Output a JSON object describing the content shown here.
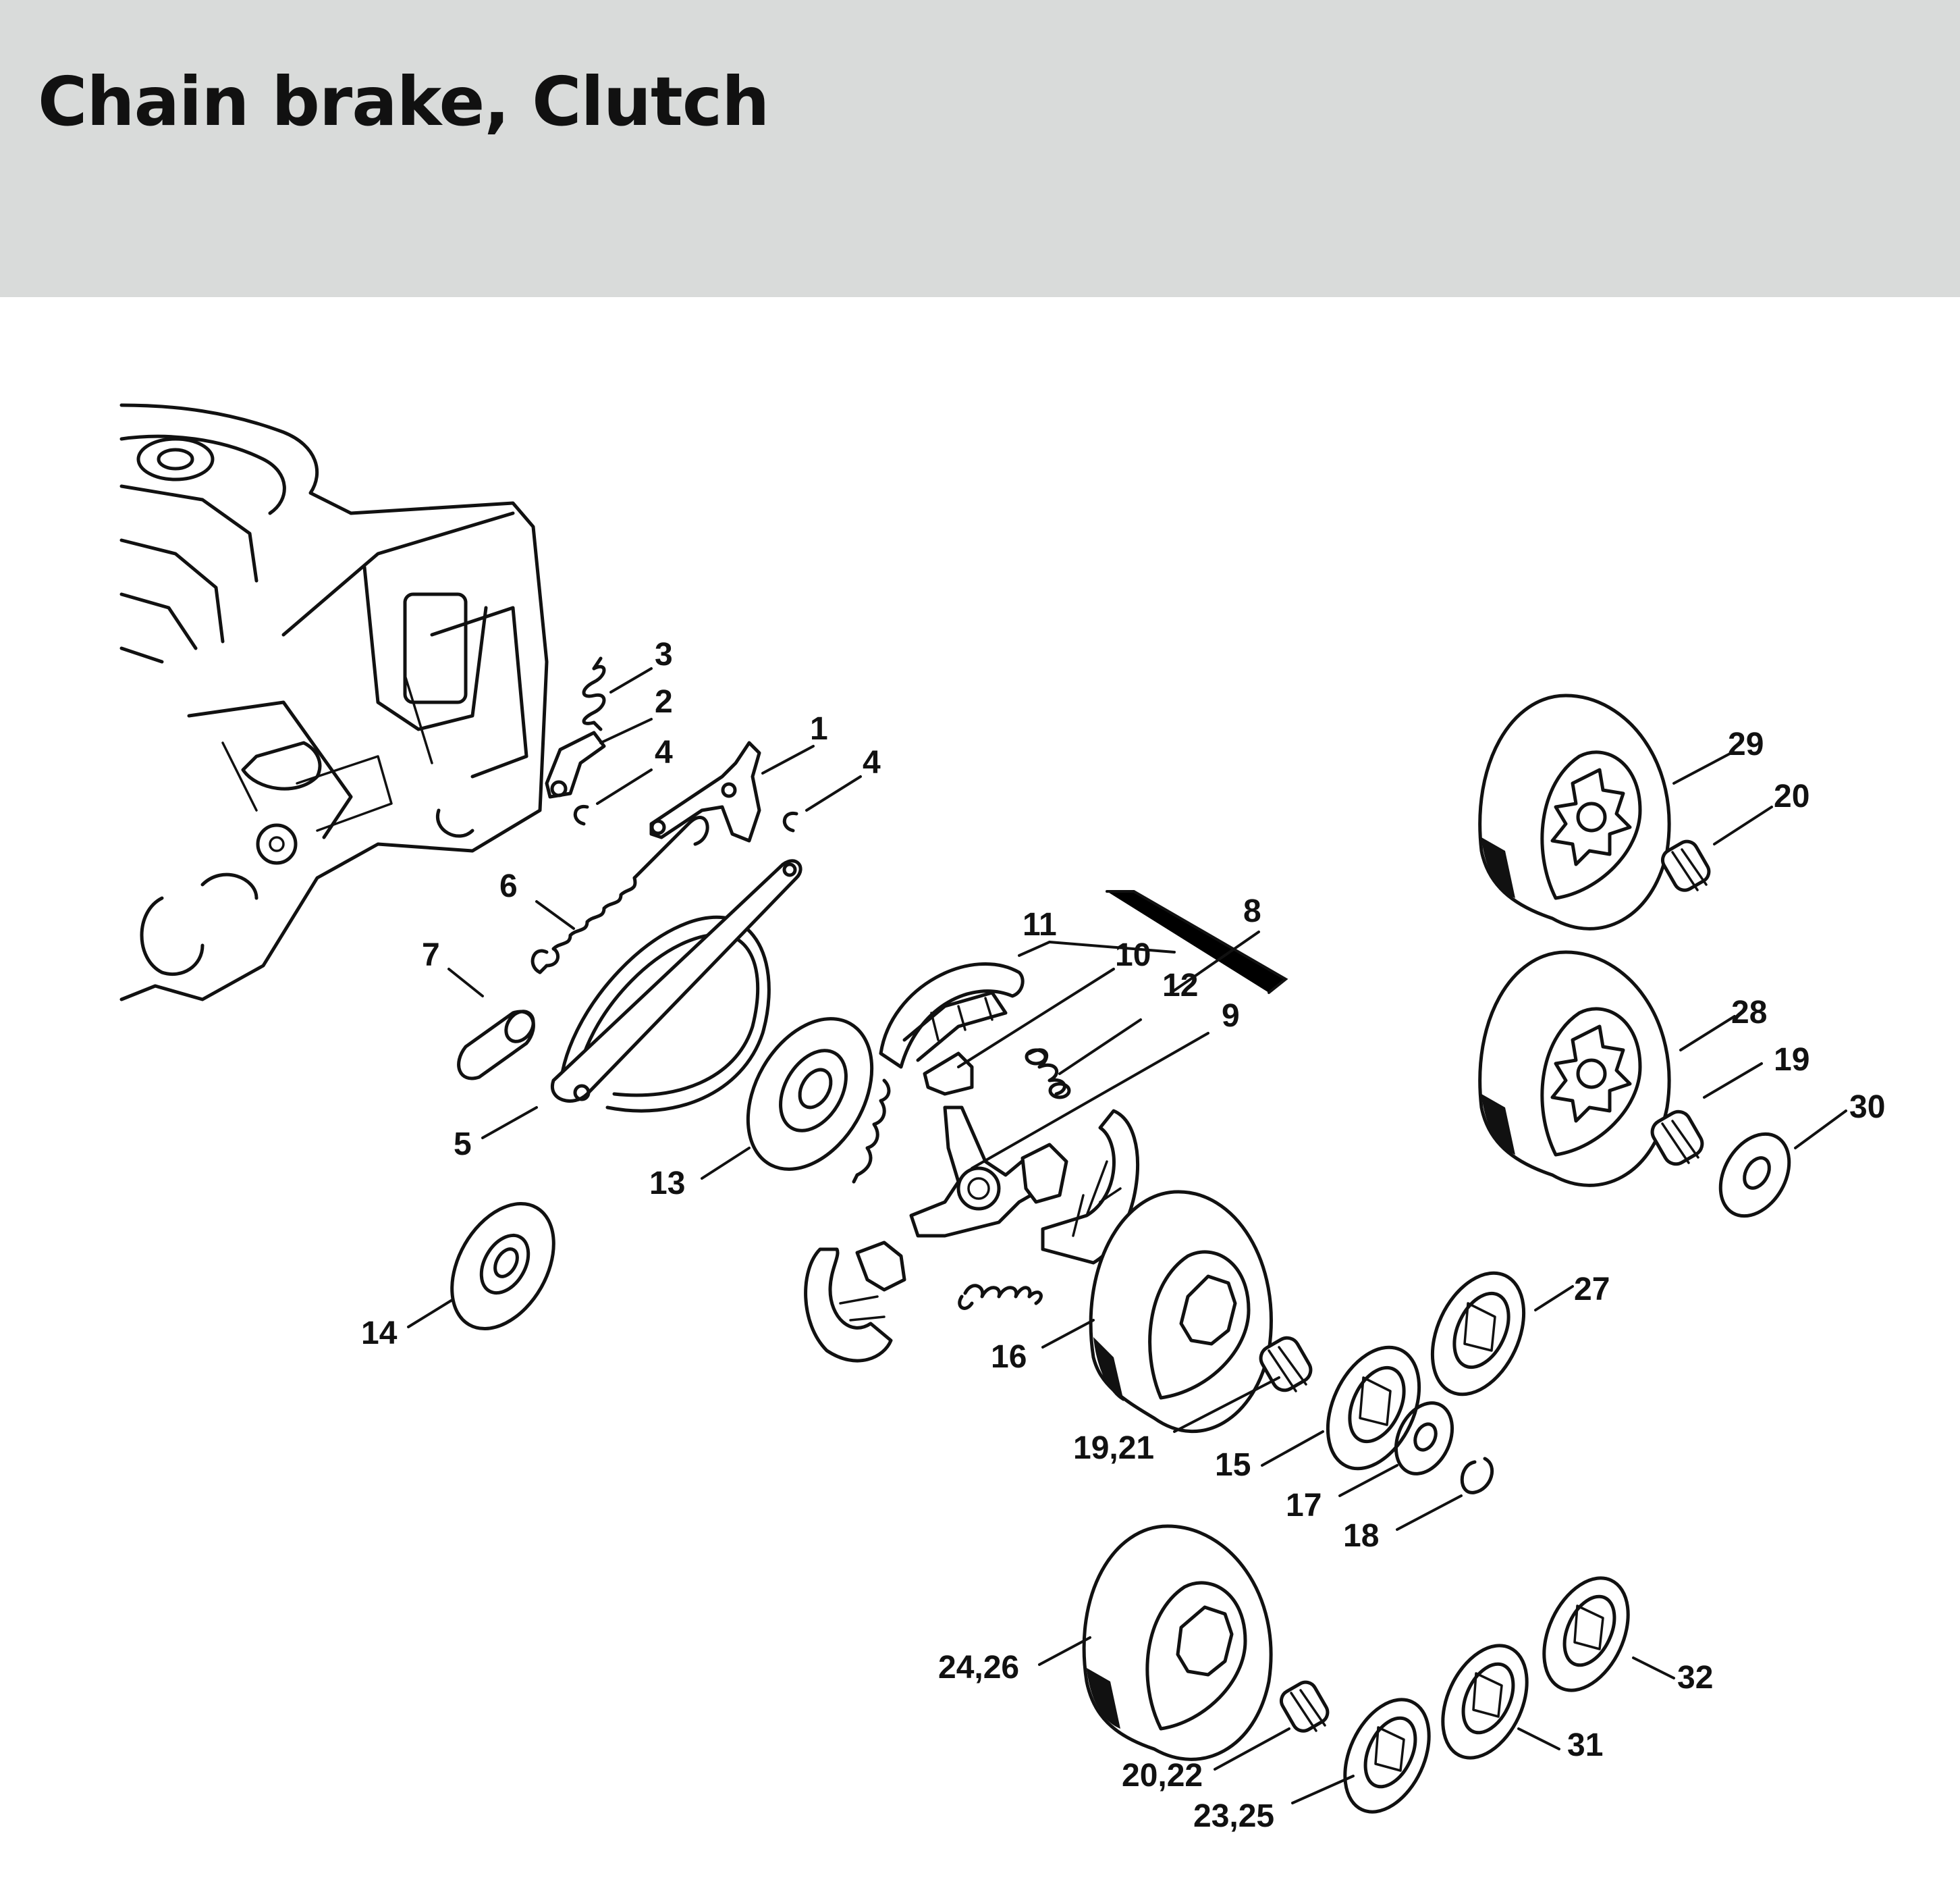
{
  "header": {
    "title": "Chain brake, Clutch",
    "background": "#d9dbda"
  },
  "callouts": {
    "c1": "1",
    "c2": "2",
    "c3": "3",
    "c4a": "4",
    "c4b": "4",
    "c5": "5",
    "c6": "6",
    "c7": "7",
    "c8": "8",
    "c9": "9",
    "c10": "10",
    "c11": "11",
    "c12": "12",
    "c13": "13",
    "c14": "14",
    "c15": "15",
    "c16": "16",
    "c17": "17",
    "c18": "18",
    "c19": "19",
    "c19_21": "19,21",
    "c20": "20",
    "c20_22": "20,22",
    "c23_25": "23,25",
    "c24_26": "24,26",
    "c27": "27",
    "c28": "28",
    "c29": "29",
    "c30": "30",
    "c31": "31",
    "c32": "32"
  },
  "colors": {
    "line": "#111111",
    "background": "#ffffff"
  }
}
